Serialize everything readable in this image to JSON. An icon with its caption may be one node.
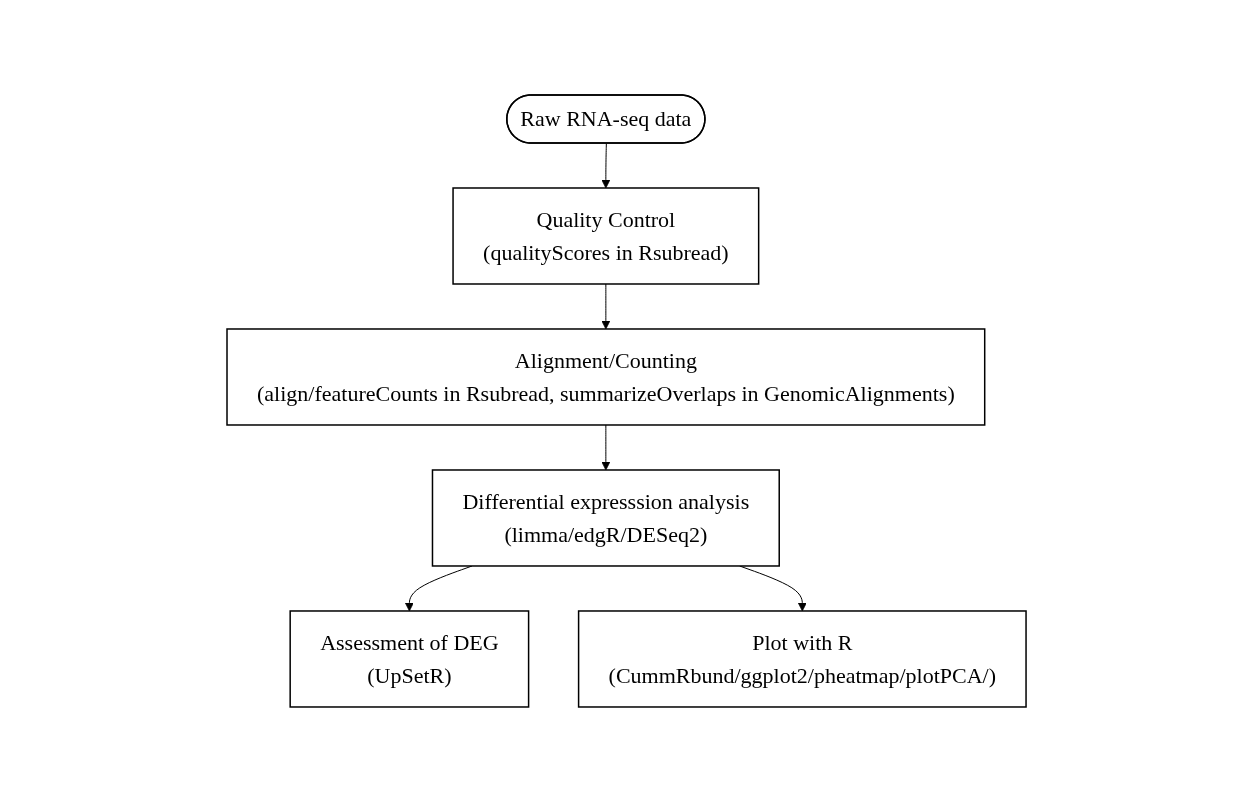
{
  "diagram": {
    "nodes": [
      {
        "text": [
          "Raw RNA-seq data"
        ]
      },
      {
        "text": [
          "Quality Control",
          "(qualityScores in Rsubread)"
        ]
      },
      {
        "text": [
          "Alignment/Counting",
          "(align/featureCounts in Rsubread, summarizeOverlaps in GenomicAlignments)"
        ]
      },
      {
        "text": [
          "Differential expresssion analysis",
          "(limma/edgR/DESeq2)"
        ]
      },
      {
        "text": [
          "Assessment of DEG",
          "(UpSetR)"
        ]
      },
      {
        "text": [
          "Plot with R",
          "(CummRbund/ggplot2/pheatmap/plotPCA/)"
        ]
      }
    ],
    "edges": [
      {
        "from": 0,
        "to": 1,
        "arrow": "to"
      },
      {
        "from": 1,
        "to": 2,
        "arrow": "to"
      },
      {
        "from": 2,
        "to": 3,
        "arrow": "to"
      },
      {
        "from": 3,
        "to": 4,
        "arrow": "to"
      },
      {
        "from": 3,
        "to": 5,
        "arrow": "to"
      }
    ]
  }
}
